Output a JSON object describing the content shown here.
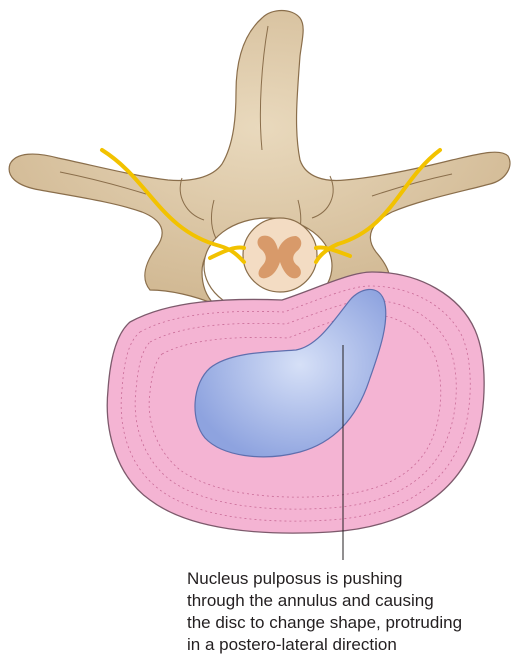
{
  "caption": {
    "lines": [
      "Nucleus pulposus is pushing",
      "through the annulus and causing",
      "the disc to change shape, protruding",
      "in a postero-lateral direction"
    ]
  },
  "colors": {
    "bone": "#d9c3a1",
    "bone_outline": "#8a6e4b",
    "nerve": "#f2c200",
    "cord": "#f3dcc3",
    "grey_matter": "#d89a6a",
    "annulus": "#f4b4d3",
    "annulus_outline": "#7d5a6c",
    "nucleus": "#9aaee6",
    "leader_line": "#231f20",
    "text": "#231f20"
  }
}
